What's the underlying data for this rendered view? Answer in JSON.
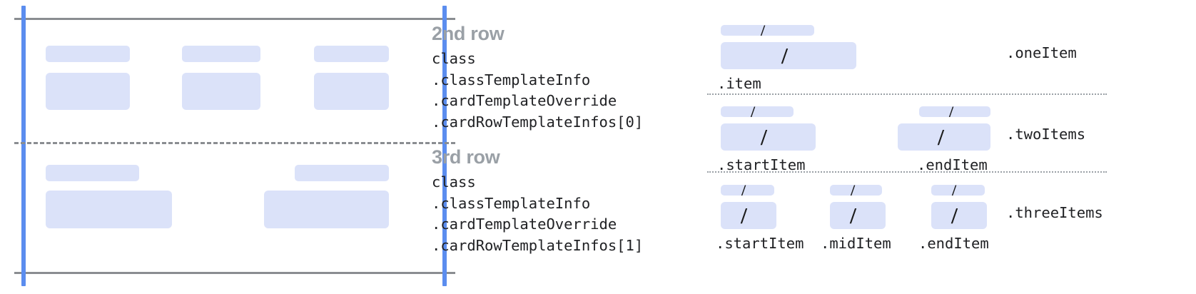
{
  "diagram": {
    "title_hidden": "",
    "colors": {
      "box_fill": "#dbe2f9",
      "guide_blue": "#5b8def",
      "rule_gray": "#8a8d91",
      "heading_gray": "#9aa0a6",
      "text_dark": "#202124"
    },
    "slash_glyph": "/"
  },
  "left_panel": {
    "rows": [
      {
        "name": "second-row",
        "cells": [
          {
            "label_bar": "",
            "content_box": ""
          },
          {
            "label_bar": "",
            "content_box": ""
          },
          {
            "label_bar": "",
            "content_box": ""
          }
        ]
      },
      {
        "name": "third-row",
        "cells": [
          {
            "label_bar": "",
            "content_box": ""
          },
          {
            "label_bar": "",
            "content_box": ""
          }
        ]
      }
    ]
  },
  "text_column": {
    "blocks": [
      {
        "heading": "2nd row",
        "lines": [
          "class",
          ".classTemplateInfo",
          ".cardTemplateOverride",
          ".cardRowTemplateInfos[0]"
        ]
      },
      {
        "heading": "3rd row",
        "lines": [
          "class",
          ".classTemplateInfo",
          ".cardTemplateOverride",
          ".cardRowTemplateInfos[1]"
        ]
      }
    ]
  },
  "right_panel": {
    "sections": [
      {
        "group_label": ".oneItem",
        "items": [
          {
            "caption": ".item"
          }
        ]
      },
      {
        "group_label": ".twoItems",
        "items": [
          {
            "caption": ".startItem"
          },
          {
            "caption": ".endItem"
          }
        ]
      },
      {
        "group_label": ".threeItems",
        "items": [
          {
            "caption": ".startItem"
          },
          {
            "caption": ".midItem"
          },
          {
            "caption": ".endItem"
          }
        ]
      }
    ]
  }
}
